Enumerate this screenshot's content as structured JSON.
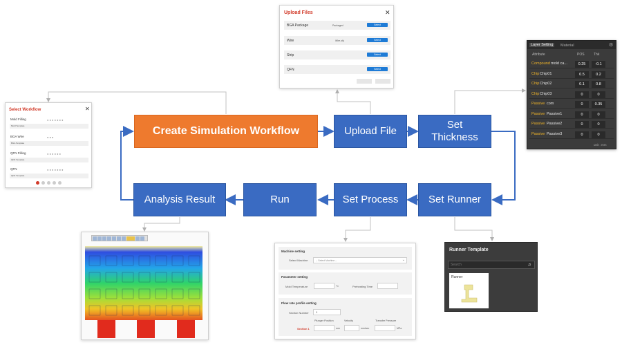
{
  "flow": {
    "create": "Create Simulation Workflow",
    "upload": "Upload File",
    "thickness": "Set\nThickness",
    "runner": "Set Runner",
    "process": "Set Process",
    "run": "Run",
    "analysis": "Analysis Result"
  },
  "select_workflow": {
    "title": "Select Workflow",
    "items": [
      {
        "name": "Mold Filling",
        "sub": "Mold Template"
      },
      {
        "name": "BGA Wire",
        "sub": "BGA Template"
      },
      {
        "name": "QFN Filling",
        "sub": "QFN Template"
      },
      {
        "name": "QFN",
        "sub": "QFN Template"
      }
    ]
  },
  "upload_files": {
    "title": "Upload Files",
    "rows": [
      {
        "label": "BGA Package",
        "file": "Packaged",
        "button": "Select"
      },
      {
        "label": "Wire",
        "file": "Wire.obj",
        "button": "Select"
      },
      {
        "label": "Strip",
        "file": "",
        "button": "Select"
      },
      {
        "label": "QFN",
        "file": "",
        "button": "Select"
      }
    ]
  },
  "layer_setting": {
    "tabs": [
      "Layer Setting",
      "Material"
    ],
    "headers": [
      "Attribute",
      "POS",
      "Thk"
    ],
    "rows": [
      {
        "type": "Compound",
        "name": "mold ca...",
        "pos": "0.25",
        "thk": "-0.1"
      },
      {
        "type": "Chip",
        "name": "Chip01",
        "pos": "0.5",
        "thk": "0.2"
      },
      {
        "type": "Chip",
        "name": "Chip02",
        "pos": "0.1",
        "thk": "0.8"
      },
      {
        "type": "Chip",
        "name": "Chip03",
        "pos": "0",
        "thk": "0"
      },
      {
        "type": "Passive",
        "name": "com",
        "pos": "0",
        "thk": "0.35"
      },
      {
        "type": "Passive",
        "name": "Passive1",
        "pos": "0",
        "thk": "0"
      },
      {
        "type": "Passive",
        "name": "Passive2",
        "pos": "0",
        "thk": "0"
      },
      {
        "type": "Passive",
        "name": "Passive3",
        "pos": "0",
        "thk": "0"
      }
    ],
    "unit": "unit : mm"
  },
  "runner_template": {
    "title": "Runner Template",
    "search_placeholder": "Search",
    "card_label": "Runner"
  },
  "process_form": {
    "machine_section": "Machine setting",
    "machine_label": "Select Machine",
    "machine_placeholder": "-- Select Machine --",
    "param_section": "Parameter setting",
    "mold_temp_label": "Mold Temperature",
    "mold_temp_unit": "°C",
    "preheat_label": "Preheating Time",
    "flow_section": "Flow rate profile setting",
    "section_number_label": "Section Number",
    "section_number_value": "1",
    "col_plunger": "Plunger Position",
    "col_velocity": "Velocity",
    "col_pressure": "Transfer Pressure",
    "section_row_label": "Section 1",
    "unit_mm": "mm",
    "unit_mms": "mm/sec",
    "unit_mpa": "MPa"
  },
  "colors": {
    "flow_blue": "#3a6bc2",
    "flow_orange": "#ee7a2e",
    "title_red": "#d23b2a",
    "select_blue": "#1e7bd6"
  }
}
